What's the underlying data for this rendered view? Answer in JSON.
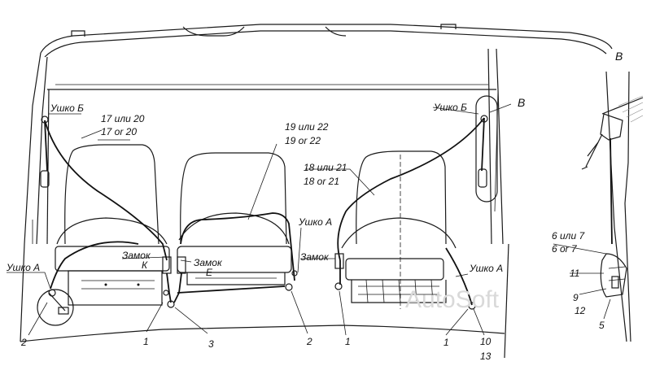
{
  "labels": {
    "ushko_b_left": "Ушко Б",
    "ushko_b_right": "Ушко Б",
    "ushko_a_left": "Ушко А",
    "ushko_a_center": "Ушко А",
    "ushko_a_right": "Ушко А",
    "belt_left_ru": "17 или 20",
    "belt_left_en": "17 or 20",
    "belt_center_ru": "19 или 22",
    "belt_center_en": "19 or 22",
    "belt_right_ru": "18 или 21",
    "belt_right_en": "18 or 21",
    "zamok_k": "Замок",
    "zamok_k_letter": "К",
    "zamok_e": "Замок",
    "zamok_e_letter": "Е",
    "zamok_right": "Замок",
    "view_ref": "В",
    "view_title": "В",
    "detail_ru": "6 или 7",
    "detail_en": "6 or 7"
  },
  "callouts": {
    "n2_left": "2",
    "n1_left": "1",
    "n3": "3",
    "n2_center": "2",
    "n1_center": "1",
    "n1_right": "1",
    "n10": "10",
    "n13": "13",
    "n11": "11",
    "n9": "9",
    "n12": "12",
    "n5": "5"
  },
  "watermark": "AutoSoft"
}
